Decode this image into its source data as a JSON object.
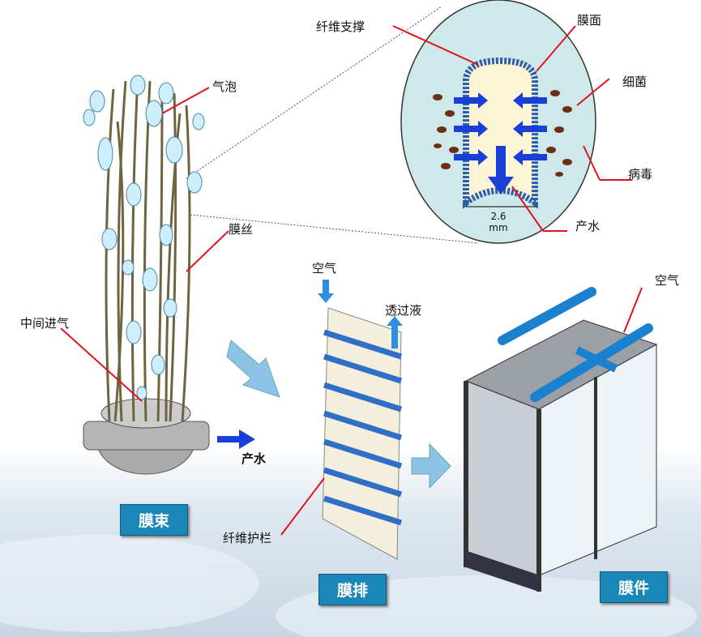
{
  "zoom_detail": {
    "fiber_support": "纤维支撑",
    "membrane_surface": "膜面",
    "bacteria": "细菌",
    "virus": "病毒",
    "product_water": "产水",
    "diameter_value": "2.6",
    "diameter_unit": "mm"
  },
  "bundle": {
    "bubbles": "气泡",
    "membrane_fiber": "膜丝",
    "center_air_inlet": "中间进气",
    "product_water": "产水",
    "title": "膜束"
  },
  "row": {
    "air": "空气",
    "permeate": "透过液",
    "fiber_guard": "纤维护栏",
    "title": "膜排"
  },
  "module": {
    "air": "空气",
    "title": "膜件"
  },
  "colors": {
    "badge": "#1b86b8",
    "arrow_blue": "#1a3fd6",
    "pointer_red": "#e0141e",
    "ellipse_fill": "#cfe9ea"
  }
}
